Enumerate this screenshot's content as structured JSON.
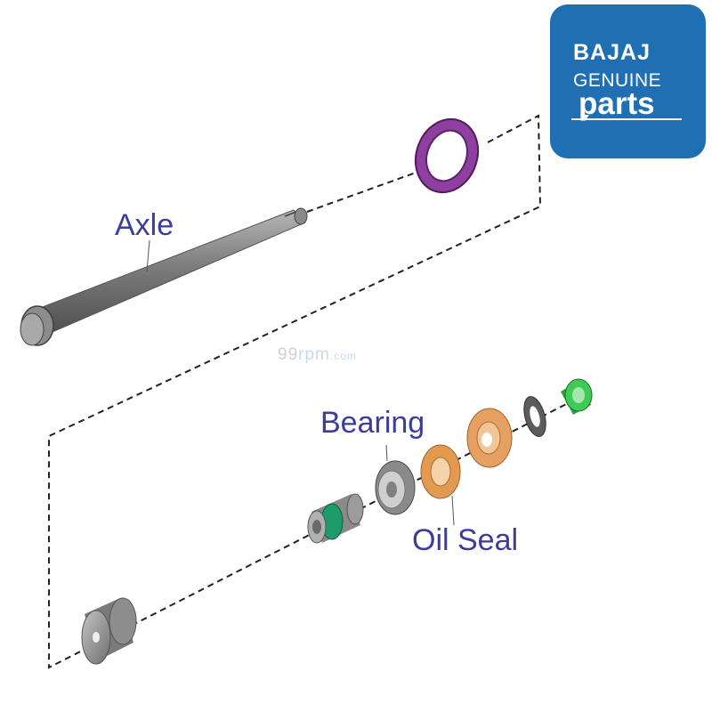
{
  "diagram": {
    "callouts": {
      "axle": "Axle",
      "bearing": "Bearing",
      "oil_seal": "Oil Seal"
    },
    "watermark": {
      "number": "99",
      "name": "rpm",
      "domain": ".com"
    },
    "badge": {
      "line1": "BAJAJ",
      "line2": "GENUINE",
      "line3": "parts"
    },
    "parts": [
      {
        "name": "axle",
        "color": "#7a7a7a"
      },
      {
        "name": "purple-oil-seal",
        "color": "#8e3fa0"
      },
      {
        "name": "spacer-end",
        "color": "#9b9b9b"
      },
      {
        "name": "collar-with-green-ring",
        "color": "#1d9b6a"
      },
      {
        "name": "bearing",
        "color": "#8a8a8a"
      },
      {
        "name": "orange-oil-seal-inner",
        "color": "#e19a4f"
      },
      {
        "name": "orange-oil-seal-outer",
        "color": "#e6a062"
      },
      {
        "name": "grey-washer",
        "color": "#5c5c5c"
      },
      {
        "name": "green-axle-nut",
        "color": "#2fb84a"
      }
    ],
    "accent_colors": {
      "callout_text": "#3b3c9c",
      "badge_background": "#1f6fb2"
    }
  }
}
